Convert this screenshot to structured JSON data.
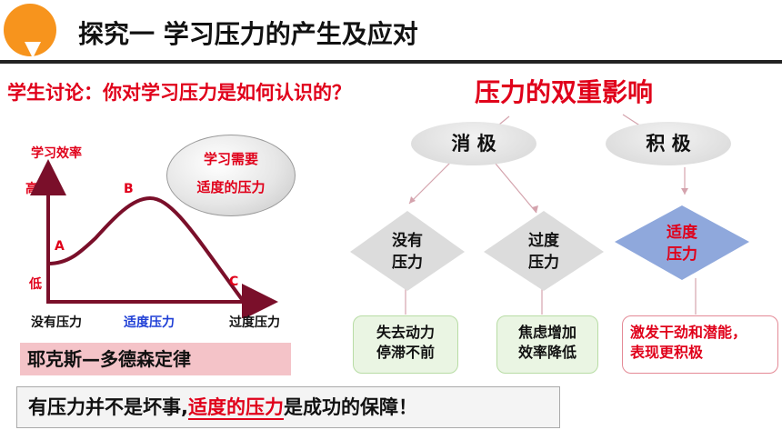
{
  "header": {
    "title": "探究一 学习压力的产生及应对"
  },
  "question": "学生讨论：你对学习压力是如何认识的？",
  "chart": {
    "ylabel": "学习效率",
    "y_high": "高",
    "y_low": "低",
    "x_labels": [
      "没有压力",
      "适度压力",
      "过度压力"
    ],
    "points": [
      "A",
      "B",
      "C"
    ],
    "bubble_lines": [
      "学习需要",
      "适度的压力"
    ],
    "law": "耶克斯—多德森定律"
  },
  "conclusion": {
    "part1": "有压力并不是坏事,",
    "highlight": "适度的压力",
    "part2": "是成功的保障！"
  },
  "diagram": {
    "title": "压力的双重影响",
    "negative": "消 极",
    "positive": "积 极",
    "diamonds": [
      {
        "lines": [
          "没有",
          "压力"
        ]
      },
      {
        "lines": [
          "过度",
          "压力"
        ]
      },
      {
        "lines": [
          "适度",
          "压力"
        ]
      }
    ],
    "results": [
      {
        "lines": [
          "失去动力",
          "停滞不前"
        ]
      },
      {
        "lines": [
          "焦虑增加",
          "效率降低"
        ]
      },
      {
        "lines": [
          "激发干劲和潜能，",
          "表现更积极"
        ]
      }
    ]
  },
  "colors": {
    "accent": "#e0001a",
    "logo": "#f7941d",
    "chart_axis": "#7a0f2a",
    "diamond_gray": "#dcdcdc",
    "diamond_blue": "#8fa8dc"
  }
}
